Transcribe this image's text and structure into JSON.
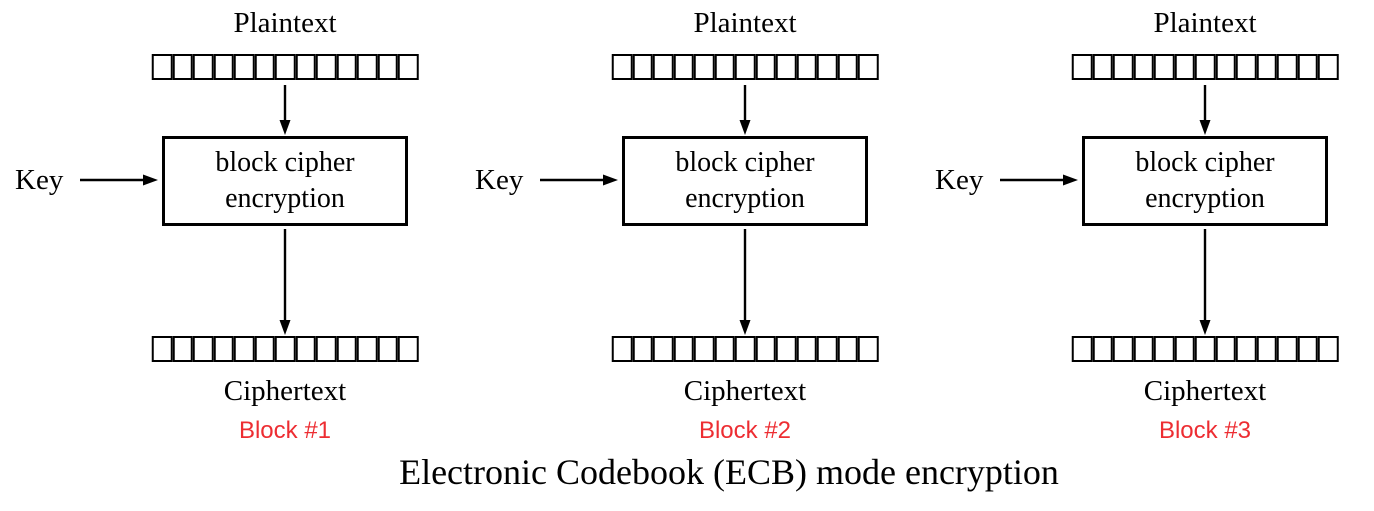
{
  "title": "Electronic Codebook (ECB) mode encryption",
  "colors": {
    "line": "#000000",
    "text": "#000000",
    "block_label": "#ed2d32",
    "background": "#ffffff"
  },
  "diagram": {
    "bit_cells_per_bar": 13,
    "columns": [
      {
        "plaintext_label": "Plaintext",
        "key_label": "Key",
        "cipher_box_lines": [
          "block cipher",
          "encryption"
        ],
        "ciphertext_label": "Ciphertext",
        "block_label": "Block #1"
      },
      {
        "plaintext_label": "Plaintext",
        "key_label": "Key",
        "cipher_box_lines": [
          "block cipher",
          "encryption"
        ],
        "ciphertext_label": "Ciphertext",
        "block_label": "Block #2"
      },
      {
        "plaintext_label": "Plaintext",
        "key_label": "Key",
        "cipher_box_lines": [
          "block cipher",
          "encryption"
        ],
        "ciphertext_label": "Ciphertext",
        "block_label": "Block #3"
      }
    ]
  }
}
